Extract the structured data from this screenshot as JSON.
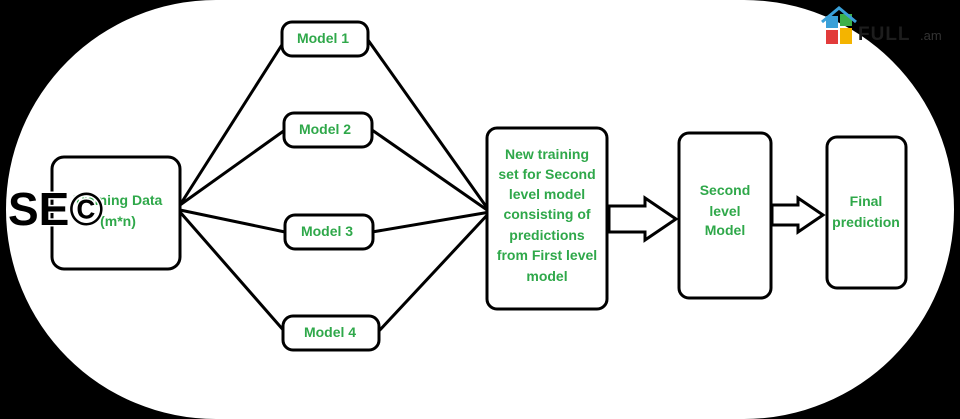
{
  "nodes": {
    "training_data": {
      "line1": "Training Data",
      "line2": "(m*n)"
    },
    "model_1": "Model 1",
    "model_2": "Model 2",
    "model_3": "Model 3",
    "model_4": "Model 4",
    "new_training_set": {
      "lines": [
        "New training",
        "set for Second",
        "level model",
        "consisting of",
        "predictions",
        "from First level",
        "model"
      ]
    },
    "second_level_model": {
      "lines": [
        "Second",
        "level",
        "Model"
      ]
    },
    "final_prediction": {
      "lines": [
        "Final",
        "prediction"
      ]
    }
  },
  "watermark": {
    "text": "SE©"
  },
  "logo": {
    "brand": "FULL",
    "suffix": ".am"
  },
  "colors": {
    "label_green": "#2fa84a",
    "stroke": "#000000",
    "background": "#ffffff",
    "frame": "#000000"
  }
}
